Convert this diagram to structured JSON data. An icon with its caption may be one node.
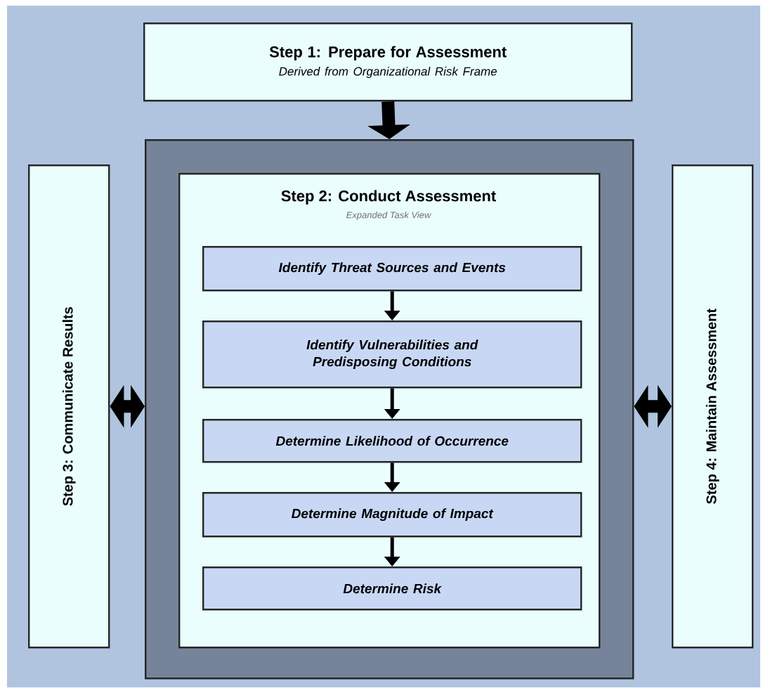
{
  "diagram": {
    "nodes": [
      {
        "text": [
          "Step 1: Prepare for Assessment",
          "Derived from Organizational Risk Frame"
        ]
      },
      {
        "text": [],
        "shape": "box"
      },
      {
        "text": [
          "Step 2: Conduct Assessment",
          "Expanded Task View"
        ],
        "in": 1
      },
      {
        "text": [
          "Identify Threat Sources and Events"
        ],
        "in": 2
      },
      {
        "text": [
          "Identify Vulnerabilities and Predisposing Conditions"
        ],
        "in": 2
      },
      {
        "text": [
          "Determine Likelihood of Occurrence"
        ],
        "in": 2
      },
      {
        "text": [
          "Determine Magnitude of Impact"
        ],
        "in": 2
      },
      {
        "text": [
          "Determine Risk"
        ],
        "in": 2
      },
      {
        "text": [
          "Step 3: Communicate Results"
        ]
      },
      {
        "text": [
          "Step 4: Maintain Assessment"
        ]
      }
    ],
    "edges": [
      {
        "from": 0,
        "to": 1,
        "arrow": "to",
        "style": "thick"
      },
      {
        "from": 8,
        "to": 1,
        "arrow": "both",
        "style": "thick"
      },
      {
        "from": 1,
        "to": 9,
        "arrow": "both",
        "style": "thick"
      },
      {
        "from": 3,
        "to": 4,
        "arrow": "to"
      },
      {
        "from": 4,
        "to": 5,
        "arrow": "to"
      },
      {
        "from": 5,
        "to": 6,
        "arrow": "to"
      },
      {
        "from": 6,
        "to": 7,
        "arrow": "to"
      }
    ]
  }
}
